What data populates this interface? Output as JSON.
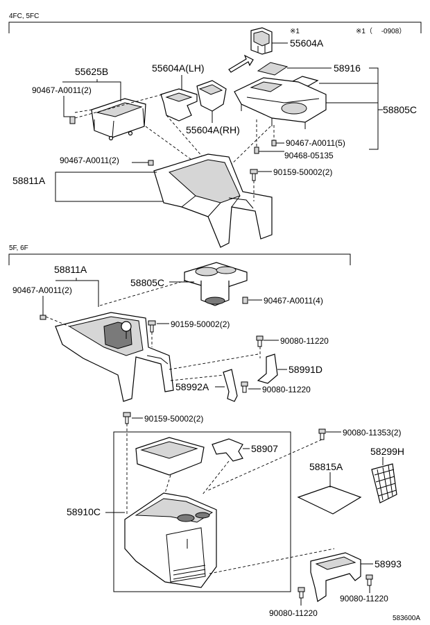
{
  "sections": {
    "top": "4FC, 5FC",
    "bottom": "5F, 6F"
  },
  "footnote": {
    "mark": "※1",
    "range": "※1（　 -0908）"
  },
  "labels": {
    "p55604A": "55604A",
    "p55604A_LH": "55604A(LH)",
    "p55604A_RH": "55604A(RH)",
    "p55625B": "55625B",
    "p90467_2a": "90467-A0011(2)",
    "p58916": "58916",
    "p58805C_top": "58805C",
    "p90467_5": "90467-A0011(5)",
    "p90468": "90468-05135",
    "p90467_2b": "90467-A0011(2)",
    "p58811A_top": "58811A",
    "p90159_top": "90159-50002(2)",
    "p58811A_bot": "58811A",
    "p58805C_bot": "58805C",
    "p90467_2c": "90467-A0011(2)",
    "p90467_4": "90467-A0011(4)",
    "p90159_mid": "90159-50002(2)",
    "p90080_a": "90080-11220",
    "p58991D": "58991D",
    "p58992A": "58992A",
    "p90080_b": "90080-11220",
    "p90159_low": "90159-50002(2)",
    "p90080_11353": "90080-11353(2)",
    "p58907": "58907",
    "p58299H": "58299H",
    "p58815A": "58815A",
    "p58910C": "58910C",
    "p58993": "58993",
    "p90080_c": "90080-11220",
    "p90080_d": "90080-11220"
  },
  "diagram_id": "583600A"
}
